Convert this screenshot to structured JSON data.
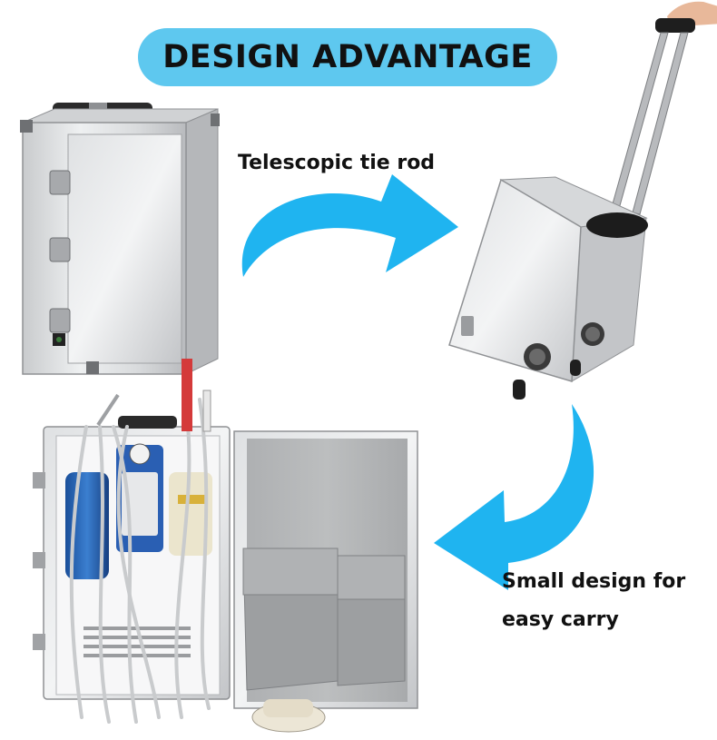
{
  "banner": {
    "title": "DESIGN ADVANTAGE",
    "accent_color": "#5ec8ef"
  },
  "captions": {
    "rod": "Telescopic tie rod",
    "small_line1": "Small design for",
    "small_line2": "easy carry"
  },
  "arrow_color": "#1fb4f0",
  "images": [
    {
      "name": "closed-aluminum-case"
    },
    {
      "name": "case-with-extended-handle"
    },
    {
      "name": "open-dental-unit"
    }
  ]
}
